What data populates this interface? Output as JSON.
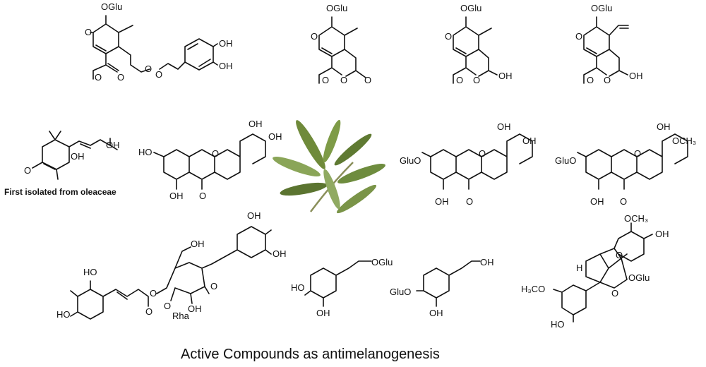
{
  "caption": "Active Compounds as antimelanogenesis",
  "note": "First isolated from oleaceae",
  "labels": {
    "OGlu": "OGlu",
    "GluO": "GluO",
    "O": "O",
    "OH": "OH",
    "HO": "HO",
    "OCH3": "OCH₃",
    "H3CO": "H₃CO",
    "Rha": "Rha",
    "H": "H"
  }
}
